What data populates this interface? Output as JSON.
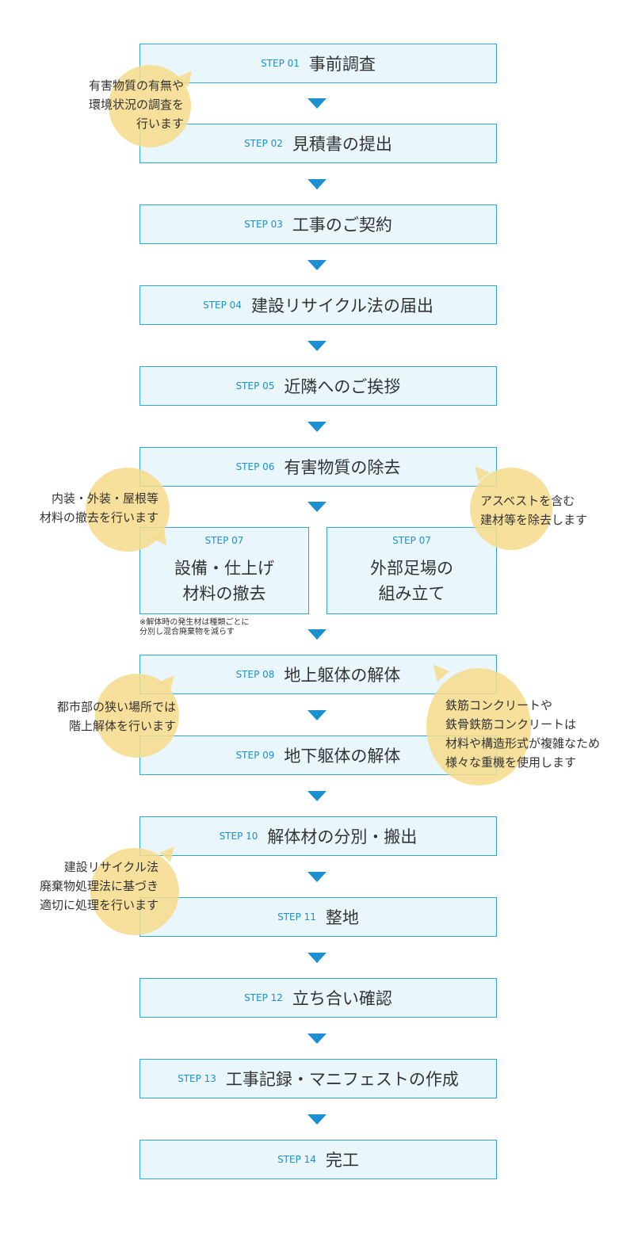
{
  "steps": {
    "s01": {
      "label": "STEP 01",
      "title": "事前調査"
    },
    "s02": {
      "label": "STEP 02",
      "title": "見積書の提出"
    },
    "s03": {
      "label": "STEP 03",
      "title": "工事のご契約"
    },
    "s04": {
      "label": "STEP 04",
      "title": "建設リサイクル法の届出"
    },
    "s05": {
      "label": "STEP 05",
      "title": "近隣へのご挨拶"
    },
    "s06": {
      "label": "STEP 06",
      "title": "有害物質の除去"
    },
    "s07a": {
      "label": "STEP 07",
      "line1": "設備・仕上げ",
      "line2": "材料の撤去"
    },
    "s07b": {
      "label": "STEP 07",
      "line1": "外部足場の",
      "line2": "組み立て"
    },
    "s08": {
      "label": "STEP 08",
      "title": "地上躯体の解体"
    },
    "s09": {
      "label": "STEP 09",
      "title": "地下躯体の解体"
    },
    "s10": {
      "label": "STEP 10",
      "title": "解体材の分別・搬出"
    },
    "s11": {
      "label": "STEP 11",
      "title": "整地"
    },
    "s12": {
      "label": "STEP 12",
      "title": "立ち合い確認"
    },
    "s13": {
      "label": "STEP 13",
      "title": "工事記録・マニフェストの作成"
    },
    "s14": {
      "label": "STEP 14",
      "title": "完工"
    }
  },
  "notes": {
    "survey": [
      "有害物質の有無や",
      "環境状況の調査を",
      "行います"
    ],
    "interior": [
      "内装・外装・屋根等",
      "材料の撤去を行います"
    ],
    "asbestos": [
      "アスベストを含む",
      "建材等を除去します"
    ],
    "waste_sorting": [
      "※解体時の発生材は種類ごとに",
      "分別し混合廃棄物を減らす"
    ],
    "urban": [
      "都市部の狭い場所では",
      "階上解体を行います"
    ],
    "concrete": [
      "鉄筋コンクリートや",
      "鉄骨鉄筋コンクリートは",
      "材料や構造形式が複雑なため",
      "様々な重機を使用します"
    ],
    "recycling": [
      "建設リサイクル法",
      "廃棄物処理法に基づき",
      "適切に処理を行います"
    ]
  },
  "colors": {
    "box_fill": "#e9f7fd",
    "box_border": "#33a6db",
    "arrow": "#1c8fd0",
    "bubble": "#f6db8a"
  }
}
